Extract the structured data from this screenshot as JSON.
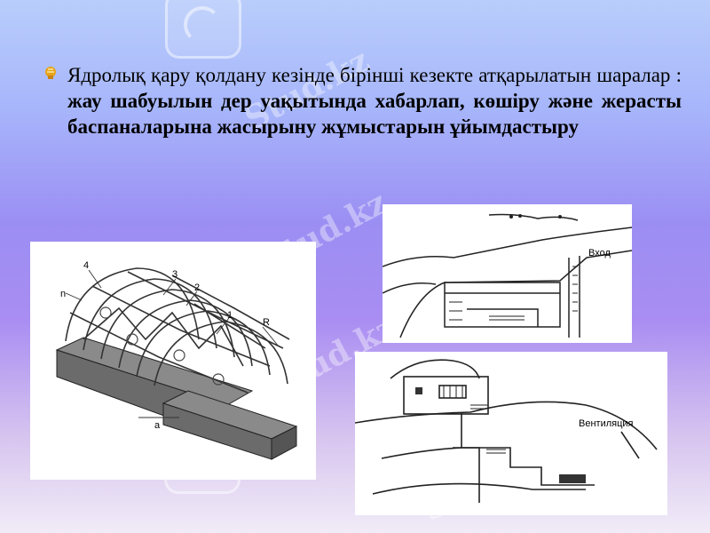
{
  "slide": {
    "text_normal": "Ядролық қару қолдану кезінде бірінші кезекте атқарылатын шаралар : ",
    "text_bold": "жау шабуылын дер уақытында хабарлап, көшіру және жерасты баспаналарына жасырыну жұмыстарын ұйымдастыру"
  },
  "watermark_text": "Stud.kz",
  "figure_frame": {
    "labels": [
      "4",
      "3",
      "2",
      "1",
      "R",
      "n",
      "a"
    ]
  },
  "figure_shelter": {
    "label": "Вход"
  },
  "figure_house": {
    "label": "Вентиляция"
  },
  "colors": {
    "bullet": "#e7a41a",
    "frame_lines": "#333333",
    "beam": "#6b6b6b"
  }
}
